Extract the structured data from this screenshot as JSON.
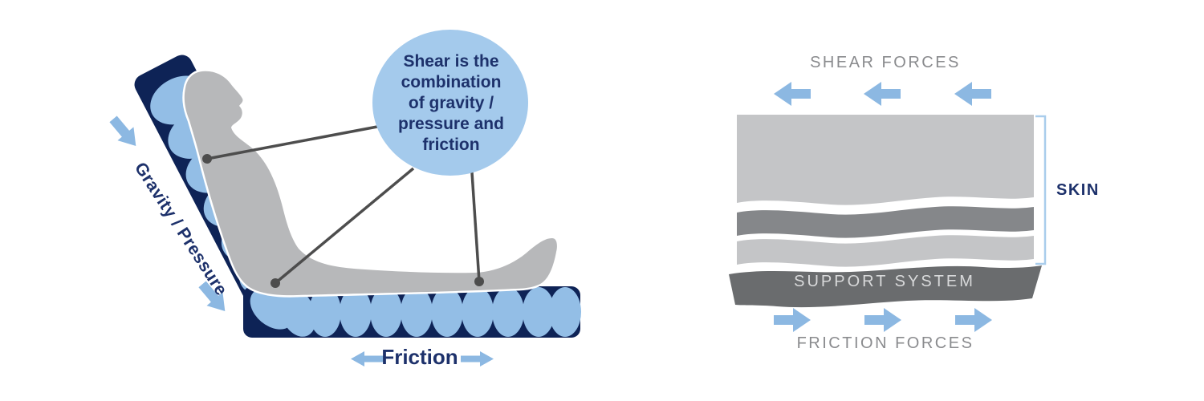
{
  "left_diagram": {
    "callout": {
      "lines": [
        "Shear is the",
        "combination",
        "of gravity /",
        "pressure and",
        "friction"
      ]
    },
    "gravity_pressure_label": "Gravity / Pressure",
    "friction_label": "Friction"
  },
  "right_diagram": {
    "shear_forces_label": "SHEAR FORCES",
    "skin_label": "SKIN",
    "support_system_label": "SUPPORT SYSTEM",
    "friction_forces_label": "FRICTION FORCES"
  },
  "icons": {
    "gravity_arrows": "down-incline-arrow-icon",
    "friction_arrows": "left-right-arrow-icons",
    "shear_force_arrows": "three-left-arrow-icons",
    "friction_force_arrows": "three-right-arrow-icons"
  },
  "colors": {
    "navy": "#0e2356",
    "text_navy": "#1d316b",
    "light_blue": "#93bee6",
    "arrow_blue": "#8cb8e2",
    "callout_blue": "#a4caec",
    "body_gray": "#b7b8ba",
    "layer_light_gray": "#c4c5c7",
    "layer_mid_gray": "#85878a",
    "support_gray": "#6a6c6e",
    "label_gray": "#8a8b8e",
    "support_text": "#d8d9da",
    "bracket_blue": "#a9cdec",
    "connector_gray": "#4d4d4d"
  }
}
